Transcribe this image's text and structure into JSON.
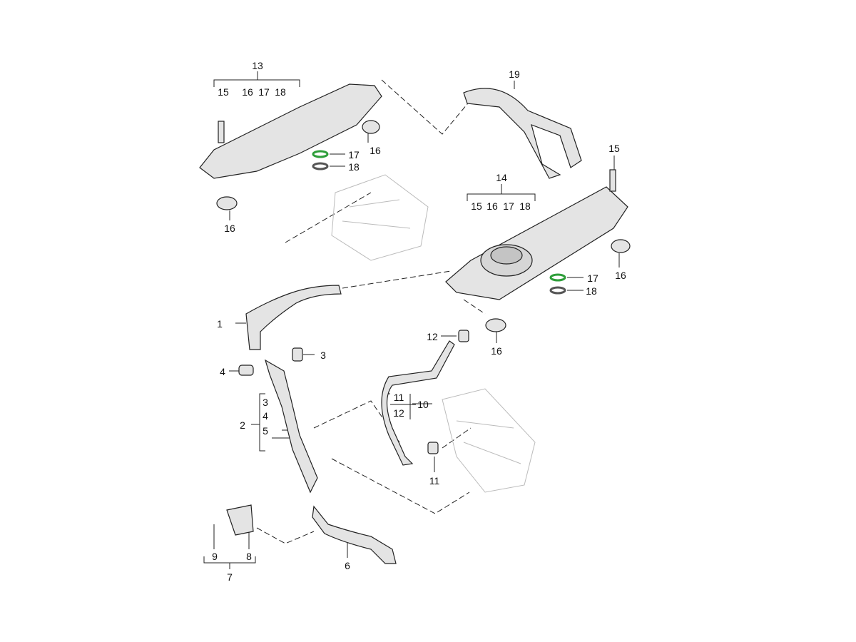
{
  "diagram": {
    "title": "Crankcase ventilation parts diagram",
    "highlight_color": "#2e9e3a",
    "callouts": [
      {
        "id": "c13",
        "text": "13"
      },
      {
        "id": "c13-15",
        "text": "15"
      },
      {
        "id": "c13-16",
        "text": "16"
      },
      {
        "id": "c13-17",
        "text": "17"
      },
      {
        "id": "c13-18",
        "text": "18"
      },
      {
        "id": "l17a",
        "text": "17"
      },
      {
        "id": "l18a",
        "text": "18"
      },
      {
        "id": "l16a",
        "text": "16"
      },
      {
        "id": "l16b",
        "text": "16"
      },
      {
        "id": "l19",
        "text": "19"
      },
      {
        "id": "l15b",
        "text": "15"
      },
      {
        "id": "c14",
        "text": "14"
      },
      {
        "id": "c14-15",
        "text": "15"
      },
      {
        "id": "c14-16",
        "text": "16"
      },
      {
        "id": "c14-17",
        "text": "17"
      },
      {
        "id": "c14-18",
        "text": "18"
      },
      {
        "id": "l17b",
        "text": "17"
      },
      {
        "id": "l18b",
        "text": "18"
      },
      {
        "id": "l16c",
        "text": "16"
      },
      {
        "id": "l16d",
        "text": "16"
      },
      {
        "id": "l12a",
        "text": "12"
      },
      {
        "id": "l1",
        "text": "1"
      },
      {
        "id": "l3a",
        "text": "3"
      },
      {
        "id": "l4a",
        "text": "4"
      },
      {
        "id": "l2",
        "text": "2"
      },
      {
        "id": "c2-3",
        "text": "3"
      },
      {
        "id": "c2-4",
        "text": "4"
      },
      {
        "id": "c2-5",
        "text": "5"
      },
      {
        "id": "c10-11",
        "text": "11"
      },
      {
        "id": "c10-12",
        "text": "12"
      },
      {
        "id": "l10",
        "text": "10"
      },
      {
        "id": "l11",
        "text": "11"
      },
      {
        "id": "l9",
        "text": "9"
      },
      {
        "id": "l8",
        "text": "8"
      },
      {
        "id": "l7",
        "text": "7"
      },
      {
        "id": "l6",
        "text": "6"
      }
    ]
  }
}
